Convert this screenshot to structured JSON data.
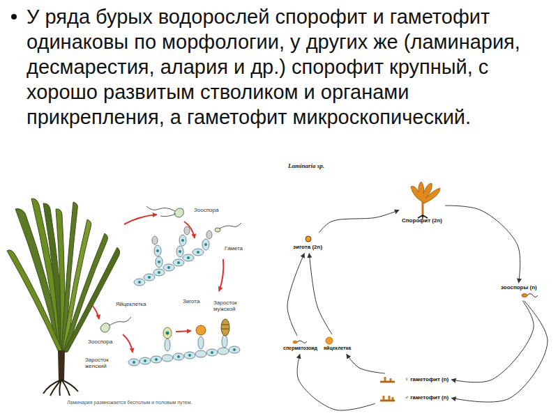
{
  "diagram": {
    "caption": "Ламинария размножается бесполым и половым путем.",
    "nodes": [
      {
        "text": [
          "зигота (2n)"
        ]
      },
      {
        "text": [
          "Спорофит (2n)"
        ]
      },
      {
        "text": [
          "зооспоры (n)"
        ]
      },
      {
        "text": [
          "♀ гаметофит (n)"
        ]
      },
      {
        "text": [
          "♂ гаметофит (n)"
        ]
      },
      {
        "text": [
          "сперматозоид"
        ]
      },
      {
        "text": [
          "яйцеклетка"
        ]
      }
    ],
    "edges": [
      {
        "from": 0,
        "to": 1,
        "arrow": "to"
      },
      {
        "from": 1,
        "to": 2,
        "arrow": "to"
      },
      {
        "from": 2,
        "to": 3,
        "arrow": "to"
      },
      {
        "from": 2,
        "to": 4,
        "arrow": "to"
      },
      {
        "from": 3,
        "to": 6,
        "arrow": "to"
      },
      {
        "from": 4,
        "to": 5,
        "arrow": "to"
      },
      {
        "from": 5,
        "to": 0,
        "arrow": "to"
      },
      {
        "from": 6,
        "to": 0,
        "arrow": "to"
      }
    ],
    "labels": [
      "У ряда бурых водорослей спорофит и гаметофит одинаковы по морфологии, у других же (ламинария, десмарестия, алария и др.) спорофит крупный, с хорошо развитым стволиком и органами прикрепления, а гаметофит микроскопический.",
      "Laminaria sp.",
      "Зооспора",
      "Гамета",
      "Заросток мужской",
      "Яйцеклетка",
      "Зигота",
      "Зооспора",
      "Заросток женский"
    ]
  }
}
